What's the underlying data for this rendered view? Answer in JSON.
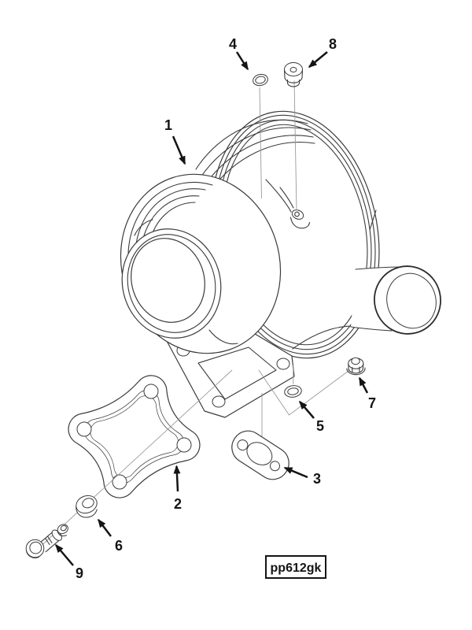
{
  "diagram": {
    "type": "exploded-parts-diagram",
    "subject": "turbocharger assembly",
    "code": "pp612gk",
    "callouts": [
      {
        "label": "1"
      },
      {
        "label": "2"
      },
      {
        "label": "3"
      },
      {
        "label": "4"
      },
      {
        "label": "5"
      },
      {
        "label": "6"
      },
      {
        "label": "7"
      },
      {
        "label": "8"
      },
      {
        "label": "9"
      }
    ]
  }
}
